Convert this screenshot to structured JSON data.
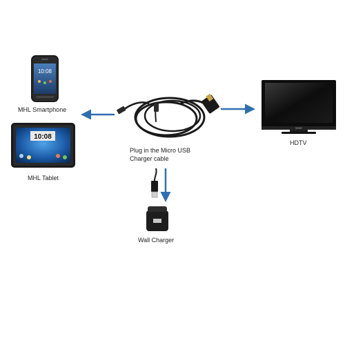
{
  "labels": {
    "smartphone": "MHL Smartphone",
    "tablet": "MHL Tablet",
    "hdtv": "HDTV",
    "cable_line1": "Plug in the Micro USB",
    "cable_line2": "Charger cable",
    "charger": "Wall Charger"
  },
  "phone_screen": {
    "time": "10:08"
  },
  "tablet_screen": {
    "time": "10:08"
  },
  "tv_brand": "SONY",
  "colors": {
    "arrow": "#2f6fb0",
    "cable": "#1a1a1a",
    "device_body": "#1c1c1c",
    "screen_blue": "#1f66b5"
  }
}
